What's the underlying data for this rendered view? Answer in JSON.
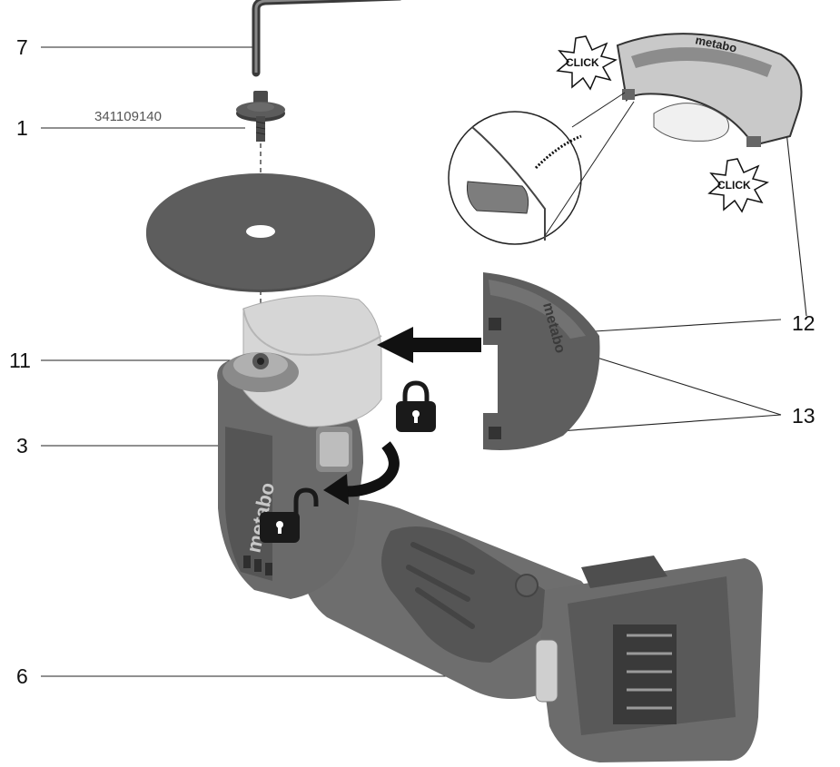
{
  "callouts": {
    "c7": "7",
    "c1": "1",
    "c11": "11",
    "c3": "3",
    "c6": "6",
    "c12": "12",
    "c13": "13"
  },
  "part_number": "341109140",
  "click_text": "CLICK",
  "brand_text": "metabo",
  "colors": {
    "tool_body": "#6b6b6b",
    "tool_dark": "#4a4a4a",
    "guard_light": "#d9d9d9",
    "disc": "#555555",
    "lock_icon": "#1a1a1a",
    "arrow": "#111111"
  },
  "icons": [
    "hex-key-icon",
    "locked-padlock-icon",
    "unlocked-padlock-icon",
    "rotate-arrow-icon",
    "push-arrow-icon",
    "click-burst-icon"
  ]
}
